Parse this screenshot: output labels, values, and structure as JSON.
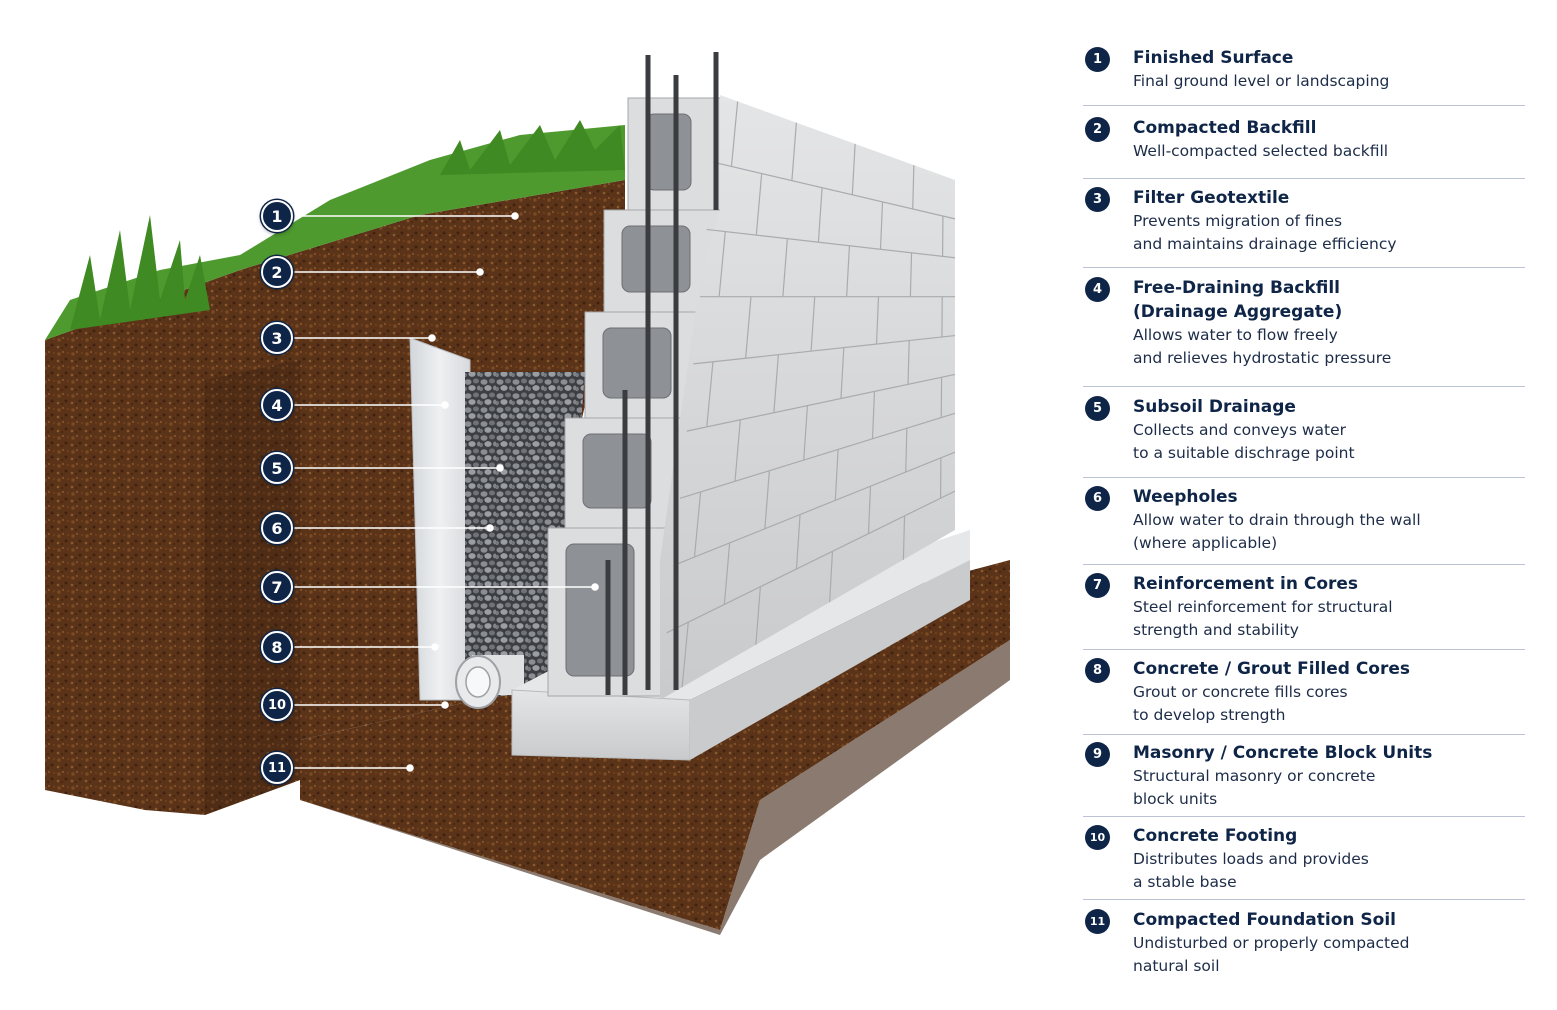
{
  "callouts": [
    "1",
    "2",
    "3",
    "4",
    "5",
    "6",
    "7",
    "8",
    "10",
    "11"
  ],
  "legend": [
    {
      "number": "1",
      "title": "Finished Surface",
      "description": "Final ground level or landscaping"
    },
    {
      "number": "2",
      "title": "Compacted Backfill",
      "description": "Well-compacted selected backfill"
    },
    {
      "number": "3",
      "title": "Filter Geotextile",
      "description": "Prevents migration of fines\nand maintains drainage efficiency"
    },
    {
      "number": "4",
      "title": "Free-Draining Backfill\n(Drainage Aggregate)",
      "description": "Allows water to flow freely\nand relieves hydrostatic pressure"
    },
    {
      "number": "5",
      "title": "Subsoil Drainage",
      "description": "Collects and conveys water\nto a suitable dischrage point"
    },
    {
      "number": "6",
      "title": "Weepholes",
      "description": "Allow water to drain through the wall\n(where applicable)"
    },
    {
      "number": "7",
      "title": "Reinforcement in Cores",
      "description": "Steel reinforcement for structural\nstrength and stability"
    },
    {
      "number": "8",
      "title": "Concrete / Grout Filled Cores",
      "description": "Grout or concrete fills cores\nto develop strength"
    },
    {
      "number": "9",
      "title": "Masonry / Concrete Block Units",
      "description": "Structural masonry or concrete\nblock units"
    },
    {
      "number": "10",
      "title": "Concrete Footing",
      "description": "Distributes loads and provides\na stable base"
    },
    {
      "number": "11",
      "title": "Compacted Foundation Soil",
      "description": "Undisturbed or properly compacted\nnatural soil"
    }
  ],
  "colors": {
    "navy": "#0f2547",
    "soil": "#5a3318",
    "grass": "#4e9a2e",
    "concrete": "#d9dadb",
    "gravel": "#5a5c60",
    "geotextile": "#e6e8ea"
  }
}
